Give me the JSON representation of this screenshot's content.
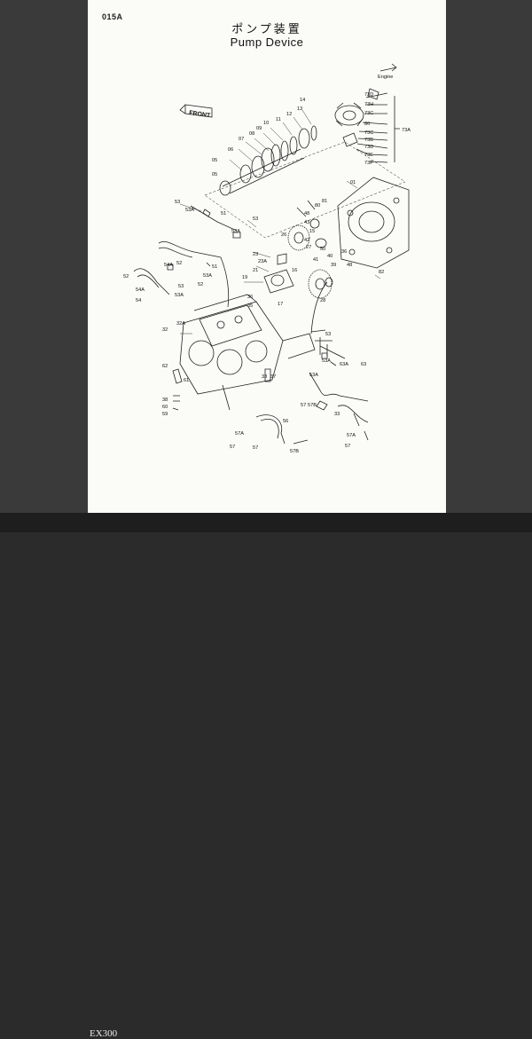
{
  "page": {
    "code": "015A",
    "title_jp": "ポンプ装置",
    "title_en": "Pump Device",
    "front_label": "FRONT",
    "engine_label": "Engine"
  },
  "footer": {
    "model": "EX300"
  },
  "part_labels": [
    "01",
    "05",
    "06",
    "07",
    "08",
    "09",
    "10",
    "11",
    "12",
    "13",
    "14",
    "15",
    "16",
    "17",
    "18",
    "19",
    "21",
    "23",
    "23A",
    "26",
    "27",
    "28",
    "32",
    "32A",
    "33",
    "35",
    "36",
    "37",
    "38",
    "39",
    "40",
    "41",
    "42",
    "43",
    "48",
    "50",
    "51",
    "52",
    "53",
    "53A",
    "54",
    "54A",
    "56",
    "57",
    "57A",
    "57B",
    "59",
    "60",
    "61",
    "62",
    "63",
    "63A",
    "73",
    "73A",
    "73B",
    "73C",
    "73D",
    "73E",
    "73F",
    "73G",
    "73H",
    "80",
    "81",
    "82"
  ]
}
